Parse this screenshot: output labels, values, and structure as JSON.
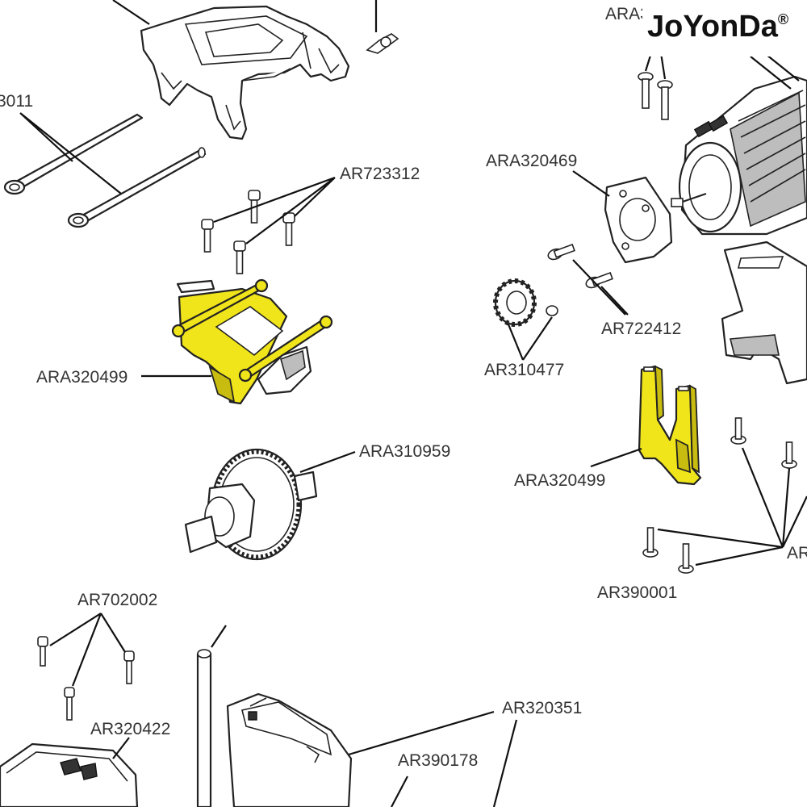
{
  "brand": {
    "name": "JoYonDa",
    "registered_mark": "®"
  },
  "labels": [
    {
      "id": "top-right-partial",
      "text": "ARA3"
    },
    {
      "id": "left-partial",
      "text": "3011"
    },
    {
      "id": "screws-top",
      "text": "AR723312"
    },
    {
      "id": "motor-mount",
      "text": "ARA320469"
    },
    {
      "id": "left-bracket",
      "text": "ARA320499"
    },
    {
      "id": "screws-motor",
      "text": "AR722412"
    },
    {
      "id": "pinion",
      "text": "AR310477"
    },
    {
      "id": "diff",
      "text": "ARA310959"
    },
    {
      "id": "right-bracket",
      "text": "ARA320499"
    },
    {
      "id": "right-partial",
      "text": "AR"
    },
    {
      "id": "screws-bottom-right",
      "text": "AR390001"
    },
    {
      "id": "screws-bottom-left",
      "text": "AR702002"
    },
    {
      "id": "cover",
      "text": "AR320422"
    },
    {
      "id": "battery-tray",
      "text": "AR320351"
    },
    {
      "id": "rod",
      "text": "AR390178"
    }
  ],
  "colors": {
    "highlight": "#f0e41a",
    "line": "#222222",
    "label": "#333333"
  }
}
